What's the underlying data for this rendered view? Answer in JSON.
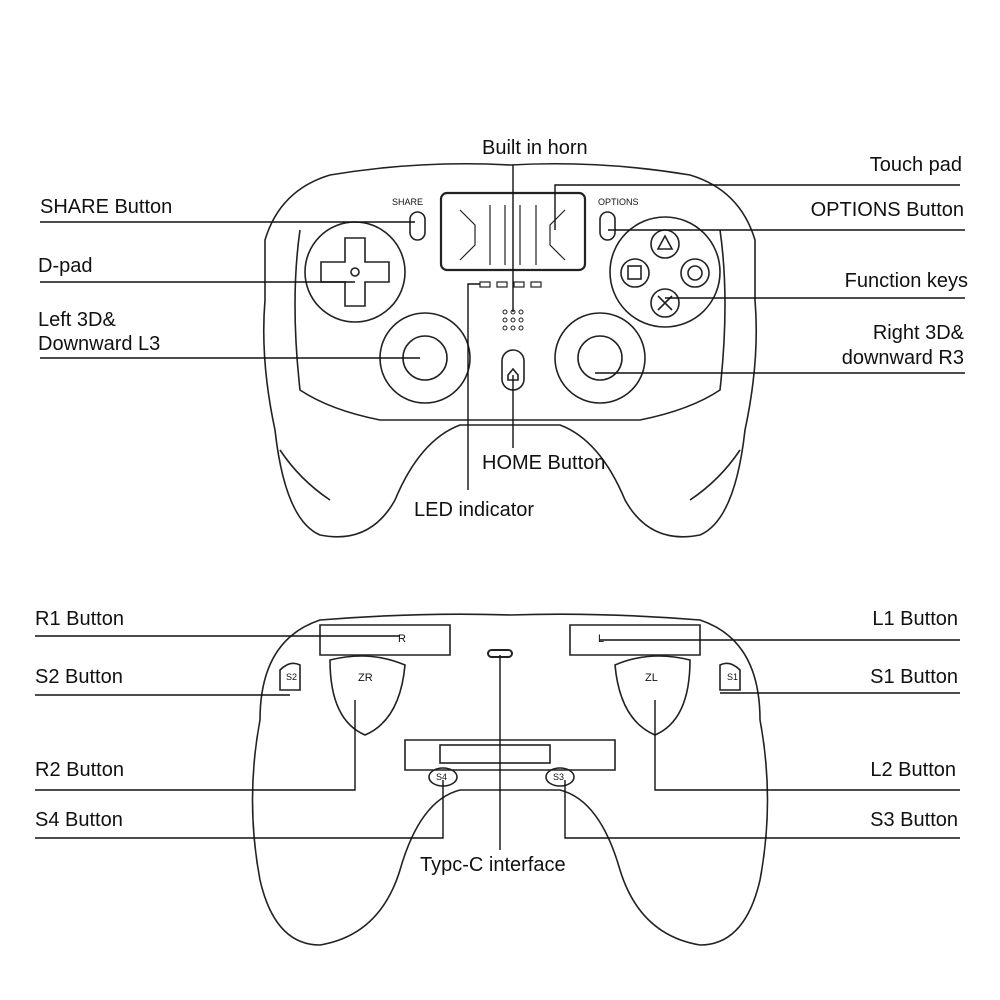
{
  "front_view": {
    "labels": {
      "built_in_horn": "Built in horn",
      "touch_pad": "Touch pad",
      "share_button": "SHARE Button",
      "options_button": "OPTIONS Button",
      "d_pad": "D-pad",
      "function_keys": "Function keys",
      "left_stick_1": "Left 3D&",
      "left_stick_2": "Downward L3",
      "right_stick_1": "Right 3D&",
      "right_stick_2": "downward R3",
      "home_button": "HOME Button",
      "led_indicator": "LED indicator"
    },
    "printed": {
      "share": "SHARE",
      "options": "OPTIONS"
    }
  },
  "top_view": {
    "labels": {
      "r1": "R1 Button",
      "s2": "S2 Button",
      "r2": "R2 Button",
      "s4": "S4 Button",
      "l1": "L1 Button",
      "s1": "S1 Button",
      "l2": "L2 Button",
      "s3": "S3 Button",
      "type_c": "Typc-C interface"
    },
    "printed": {
      "r": "R",
      "l": "L",
      "zr": "ZR",
      "zl": "ZL",
      "s1": "S1",
      "s2": "S2",
      "s3": "S3",
      "s4": "S4"
    }
  }
}
